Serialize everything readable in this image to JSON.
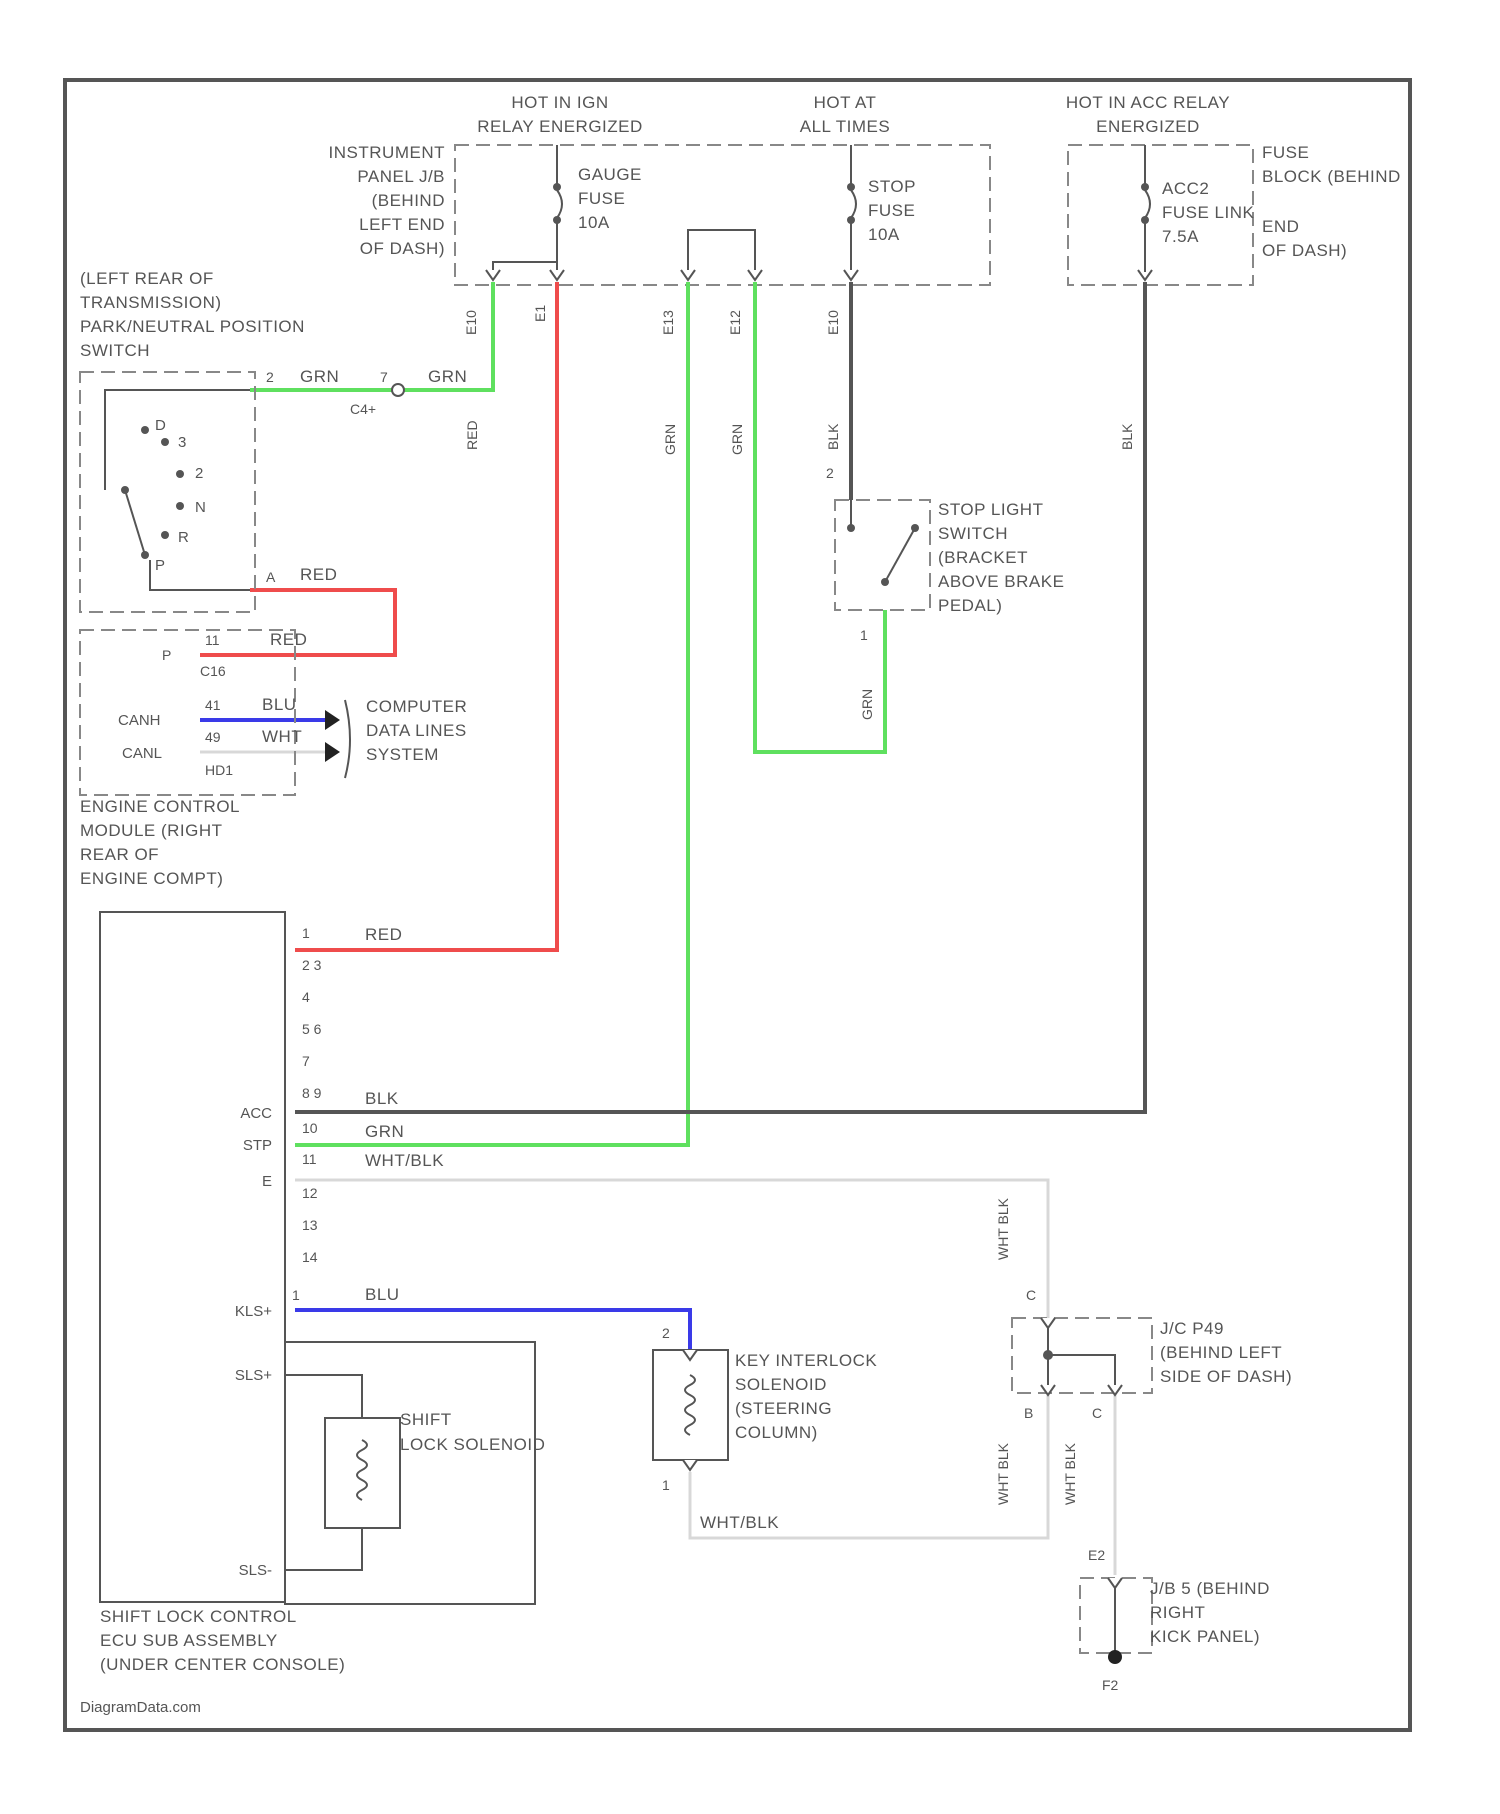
{
  "colors": {
    "red_wire": "#ef4c4c",
    "green_wire": "#5fe05f",
    "blue_wire": "#3a3ae8",
    "black_wire": "#555555",
    "white_wire": "#d8d8d8",
    "outline": "#555555",
    "dashed": "#888888"
  },
  "headers": {
    "hot_in_ign_1": "HOT IN IGN",
    "hot_in_ign_2": "RELAY ENERGIZED",
    "hot_at_all_1": "HOT AT",
    "hot_at_all_2": "ALL TIMES",
    "hot_acc_1": "HOT IN ACC RELAY",
    "hot_acc_2": "ENERGIZED"
  },
  "panel_jb": {
    "l1": "INSTRUMENT",
    "l2": "PANEL J/B",
    "l3": "(BEHIND",
    "l4": "LEFT END",
    "l5": "OF DASH)"
  },
  "fuses": {
    "gauge_1": "GAUGE",
    "gauge_2": "FUSE",
    "gauge_3": "10A",
    "stop_1": "STOP",
    "stop_2": "FUSE",
    "stop_3": "10A",
    "acc_1": "ACC2",
    "acc_2": "FUSE LINK",
    "acc_3": "7.5A"
  },
  "fuse_block": {
    "l1": "FUSE",
    "l2": "BLOCK (BEHIND",
    "l3": "END",
    "l4": "OF DASH)"
  },
  "jb_pins": {
    "p1": "E10",
    "p2": "E1",
    "p3": "E13",
    "p4": "E12",
    "p5": "E10"
  },
  "wire_colors": {
    "blk": "BLK",
    "red": "RED",
    "grn": "GRN",
    "wht_blk": "WHT/BLK",
    "blu": "BLU",
    "wht": "WHT"
  },
  "pnp_switch": {
    "l1": "(LEFT REAR OF",
    "l2": "TRANSMISSION)",
    "l3": "PARK/NEUTRAL POSITION",
    "l4": "SWITCH",
    "pos_d": "D",
    "pos_3": "3",
    "pos_2": "2",
    "pos_n": "N",
    "pos_r": "R",
    "pos_p": "P",
    "pin2": "2",
    "pin_a": "A",
    "pin7": "7",
    "conn": "C4+",
    "wire_grn1": "GRN",
    "wire_grn2": "GRN",
    "wire_red": "RED"
  },
  "ecm": {
    "pin_p": "P",
    "pin_c": "C16",
    "p11": "11",
    "p41": "41",
    "p49": "49",
    "hd1": "HD1",
    "canh": "CANH",
    "canl": "CANL",
    "wire_red": "RED",
    "wire_blu": "BLU",
    "wire_wht": "WHT",
    "comp_1": "COMPUTER",
    "comp_2": "DATA LINES",
    "comp_3": "SYSTEM",
    "l1": "ENGINE CONTROL",
    "l2": "MODULE (RIGHT",
    "l3": "REAR OF",
    "l4": "ENGINE COMPT)"
  },
  "stop_switch": {
    "l1": "STOP LIGHT",
    "l2": "SWITCH",
    "l3": "(BRACKET",
    "l4": "ABOVE BRAKE",
    "l5": "PEDAL)",
    "pin_top": "2",
    "pin_bot": "1"
  },
  "ecu": {
    "pins": [
      "1",
      "2 3",
      "4",
      "5 6",
      "7",
      "8 9",
      "10",
      "11",
      "12",
      "13",
      "14",
      "1"
    ],
    "acc": "ACC",
    "stp": "STP",
    "e": "E",
    "kls": "KLS+",
    "slsp": "SLS+",
    "slsm": "SLS-",
    "sol_1": "SHIFT",
    "sol_2": "LOCK SOLENOID",
    "l1": "SHIFT LOCK CONTROL",
    "l2": "ECU SUB ASSEMBLY",
    "l3": "(UNDER CENTER CONSOLE)"
  },
  "wires": {
    "red": "RED",
    "blk": "BLK",
    "grn": "GRN",
    "wht_blk": "WHT/BLK",
    "blu": "BLU",
    "wht_blk_bottom": "WHT/BLK",
    "wht_blk_v1": "WHT BLK",
    "wht_blk_v2": "WHT BLK",
    "wht_blk_v3": "WHT BLK"
  },
  "key_interlock": {
    "l1": "KEY INTERLOCK",
    "l2": "SOLENOID",
    "l3": "(STEERING",
    "l4": "COLUMN)",
    "pin_top": "2",
    "pin_bot": "1"
  },
  "jc": {
    "l1": "J/C P49",
    "l2": "(BEHIND LEFT",
    "l3": "SIDE OF DASH)",
    "p_top": "C",
    "p_bl": "B",
    "p_br": "C"
  },
  "jb_kick": {
    "l1": "J/B 5 (BEHIND",
    "l2": "RIGHT",
    "l3": "KICK PANEL)",
    "pin": "E2",
    "ground": "F2"
  },
  "watermark": "DiagramData.com"
}
